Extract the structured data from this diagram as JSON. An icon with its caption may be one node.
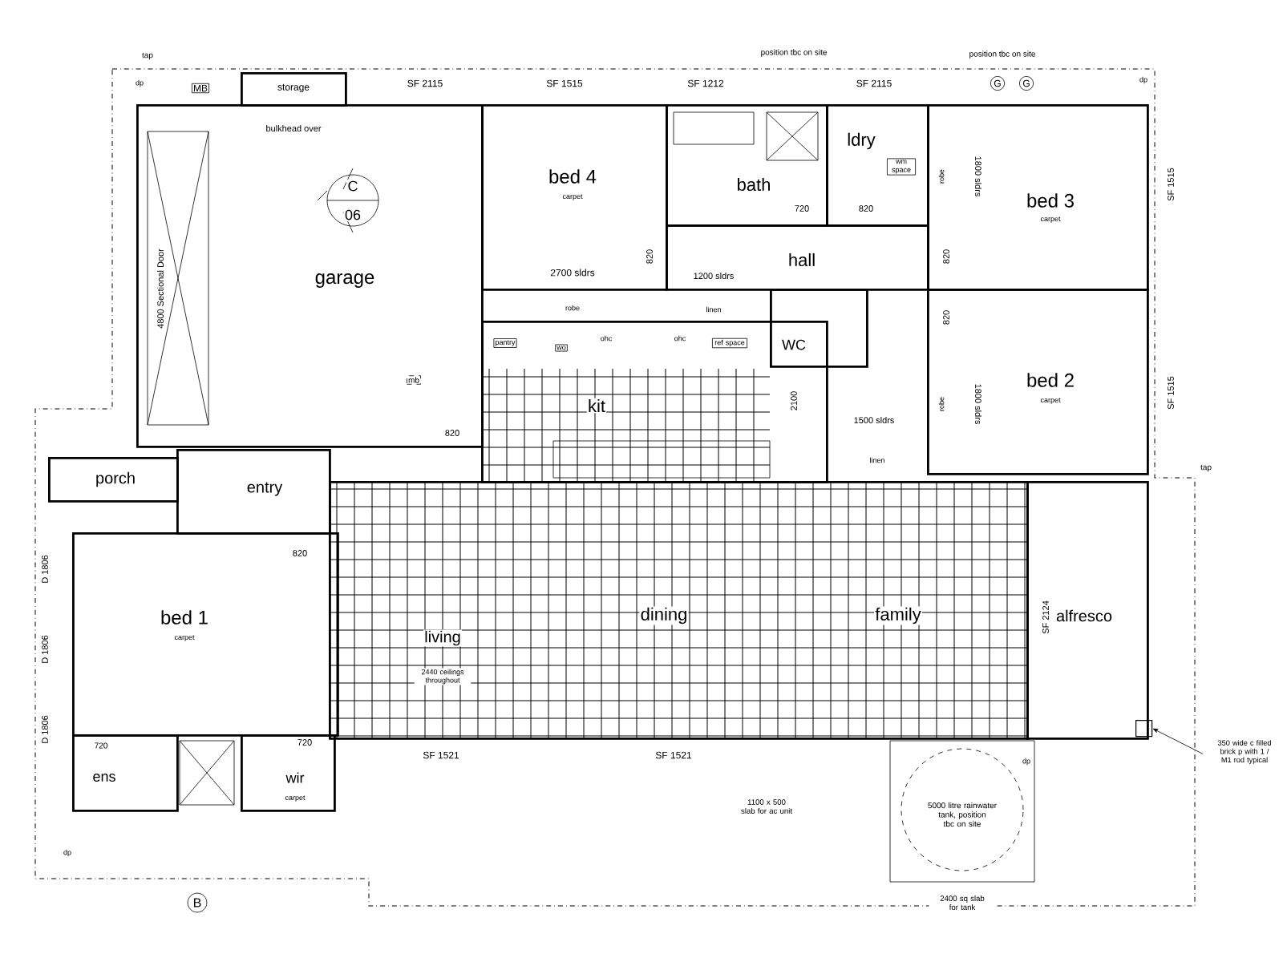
{
  "diagram": {
    "nodes": [
      {
        "text": [
          "storage"
        ]
      },
      {
        "text": [
          "garage"
        ]
      },
      {
        "text": [
          "bed 4",
          "carpet"
        ]
      },
      {
        "text": [
          "bath"
        ]
      },
      {
        "text": [
          "ldry"
        ]
      },
      {
        "text": [
          "bed 3",
          "carpet"
        ]
      },
      {
        "text": [
          "hall"
        ]
      },
      {
        "text": [
          "WC"
        ]
      },
      {
        "text": [
          "kit"
        ]
      },
      {
        "text": [
          "bed 2",
          "carpet"
        ]
      },
      {
        "text": [
          "porch"
        ]
      },
      {
        "text": [
          "entry"
        ]
      },
      {
        "text": [
          "bed 1",
          "carpet"
        ]
      },
      {
        "text": [
          "living",
          "2440 ceilings throughout",
          "dining",
          "family"
        ]
      },
      {
        "text": [
          "alfresco"
        ]
      },
      {
        "text": [
          "ens"
        ]
      },
      {
        "text": [
          "wir",
          "carpet"
        ]
      },
      {
        "text": [
          "5000 litre rainwater tank, position tbc on site"
        ]
      },
      {
        "text": [
          "350 wide c filled brick p with 1 / M1 rod typical"
        ]
      },
      {
        "text": [],
        "shape": "box"
      }
    ],
    "edges": [
      {
        "from": 18,
        "to": 19,
        "arrow": "to"
      }
    ],
    "labels": [
      "tap",
      "dp",
      "MB",
      "SF 2115",
      "SF 1515",
      "SF 1212",
      "position tbc on site",
      "SF 2115",
      "position tbc on site",
      "G",
      "G",
      "dp",
      "bulkhead over",
      "C",
      "06",
      "4800 Sectional Door",
      "mb",
      "820",
      "2700 sldrs",
      "820",
      "robe",
      "pantry",
      "wo",
      "ohc",
      "720",
      "820",
      "wm space",
      "1200 sldrs",
      "linen",
      "ohc",
      "ref space",
      "1800 sldrs",
      "SF 1515",
      "robe",
      "820",
      "820",
      "2100",
      "1500 sldrs",
      "robe",
      "1800 sldrs",
      "SF 1515",
      "linen",
      "tap",
      "820",
      "SF 2124",
      "D 1806",
      "D 1806",
      "D 1806",
      "720",
      "720",
      "SF 1521",
      "SF 1521",
      "1100 x 500 slab for ac unit",
      "2400 sq slab for tank",
      "dp",
      "dp",
      "B"
    ]
  }
}
